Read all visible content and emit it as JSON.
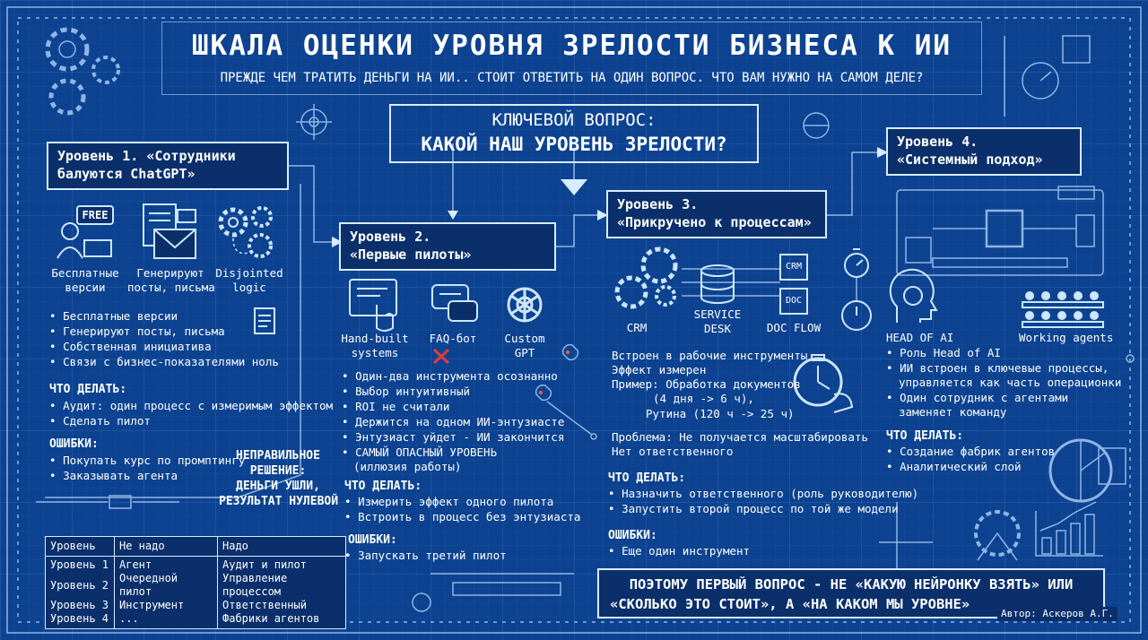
{
  "header": {
    "title": "ШКАЛА ОЦЕНКИ УРОВНЯ ЗРЕЛОСТИ БИЗНЕСА К ИИ",
    "subtitle": "ПРЕЖДЕ ЧЕМ ТРАТИТЬ ДЕНЬГИ НА ИИ.. СТОИТ ОТВЕТИТЬ НА ОДИН ВОПРОС. ЧТО ВАМ НУЖНО НА САМОМ ДЕЛЕ?"
  },
  "key_question": {
    "label": "КЛЮЧЕВОЙ ВОПРОС:",
    "question": "КАКОЙ НАШ УРОВЕНЬ ЗРЕЛОСТИ?"
  },
  "level1": {
    "title_line1": "Уровень 1. «Сотрудники",
    "title_line2": "балуются ChatGPT»",
    "icon_badge": "FREE",
    "icons": [
      {
        "l1": "Бесплатные",
        "l2": "версии"
      },
      {
        "l1": "Генерируют",
        "l2": "посты, письма"
      },
      {
        "l1": "Disjointed",
        "l2": "logic"
      }
    ],
    "bullets": [
      "Бесплатные версии",
      "Генерируют посты, письма",
      "Собственная инициатива",
      "Связи с бизнес-показателями ноль"
    ],
    "todo_title": "ЧТО ДЕЛАТЬ:",
    "todo": [
      "Аудит: один процесс с измеримым эффектом",
      "Сделать пилот"
    ],
    "errors_title": "ОШИБКИ:",
    "errors": [
      "Покупать курс по промптингу",
      "Заказывать агента"
    ],
    "wrong_l1": "НЕПРАВИЛЬНОЕ",
    "wrong_l2": "РЕШЕНИЕ:",
    "wrong_l3": "ДЕНЬГИ УШЛИ,",
    "wrong_l4": "РЕЗУЛЬТАТ НУЛЕВОЙ"
  },
  "level2": {
    "title_line1": "Уровень 2.",
    "title_line2": "«Первые пилоты»",
    "icons": [
      {
        "l1": "Hand-built",
        "l2": "systems"
      },
      {
        "l1": "FAQ-бот",
        "l2": ""
      },
      {
        "l1": "Custom",
        "l2": "GPT"
      }
    ],
    "bullets": [
      "Один-два инструмента осознанно",
      "Выбор интуитивный",
      "ROI не считали",
      "Держится на одном ИИ-энтузиасте",
      "Энтузиаст уйдет - ИИ закончится",
      "САМЫЙ ОПАСНЫЙ УРОВЕНЬ"
    ],
    "bullet_note": "(иллюзия работы)",
    "todo_title": "ЧТО ДЕЛАТЬ:",
    "todo": [
      "Измерить эффект одного пилота",
      "Встроить в процесс без энтузиаста"
    ],
    "errors_title": "ОШИБКИ:",
    "errors": [
      "Запускать третий пилот"
    ]
  },
  "level3": {
    "title_line1": "Уровень 3.",
    "title_line2": "«Прикручено к процессам»",
    "icons": {
      "crm": "CRM",
      "service_l1": "SERVICE",
      "service_l2": "DESK",
      "docflow": "DOC FLOW",
      "crm_tag": "CRM",
      "doc_tag": "DOC"
    },
    "lines": [
      "Встроен в рабочие инструменты",
      "Эффект измерен",
      "Пример: Обработка документов",
      "(4 дня -> 6 ч),",
      "Рутина (120 ч -> 25 ч)"
    ],
    "problem": [
      "Проблема: Не получается масштабировать",
      "Нет ответственного"
    ],
    "todo_title": "ЧТО ДЕЛАТЬ:",
    "todo": [
      "Назначить ответственного (роль руководителю)",
      "Запустить второй процесс по той же модели"
    ],
    "errors_title": "ОШИБКИ:",
    "errors": [
      "Еще один инструмент"
    ]
  },
  "level4": {
    "title_line1": "Уровень 4.",
    "title_line2": "«Системный подход»",
    "head_label": "HEAD OF AI",
    "agents_label": "Working agents",
    "bullets": [
      "Роль Head of AI",
      "ИИ встроен в ключевые процессы,"
    ],
    "bullet2_cont": "управляется как часть операционки",
    "bullet3": "Один сотрудник с агентами",
    "bullet3_cont": "заменяет команду",
    "todo_title": "ЧТО ДЕЛАТЬ:",
    "todo": [
      "Создание фабрик агентов",
      "Аналитический слой"
    ]
  },
  "table": {
    "headers": [
      "Уровень",
      "Не надо",
      "Надо"
    ],
    "rows": [
      [
        "Уровень 1",
        "Агент",
        "Аудит и пилот"
      ],
      [
        "Уровень 2",
        "Очередной пилот",
        "Управление процессом"
      ],
      [
        "Уровень 3",
        "Инструмент",
        "Ответственный"
      ],
      [
        "Уровень 4",
        "...",
        "Фабрики агентов"
      ]
    ]
  },
  "conclusion": {
    "line1": "ПОЭТОМУ ПЕРВЫЙ ВОПРОС - НЕ «КАКУЮ НЕЙРОНКУ ВЗЯТЬ» ИЛИ",
    "line2": "«СКОЛЬКО ЭТО СТОИТ», А «НА КАКОМ МЫ УРОВНЕ»"
  },
  "author": "Автор: Аскеров А.Г.",
  "colors": {
    "background": "#0c4290",
    "box": "#0a2f6b",
    "line": "#d9ecff",
    "accent_red": "#e23b3b"
  }
}
